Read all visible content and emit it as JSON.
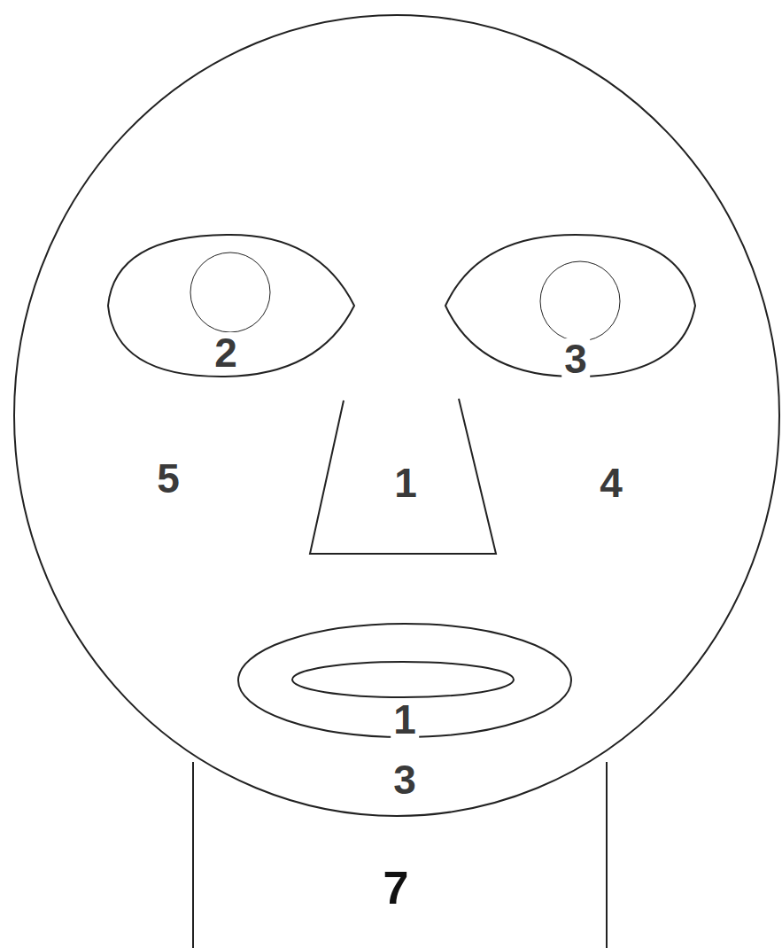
{
  "diagram": {
    "labels": [
      "2",
      "3",
      "5",
      "1",
      "4",
      "1",
      "3",
      "7"
    ]
  }
}
